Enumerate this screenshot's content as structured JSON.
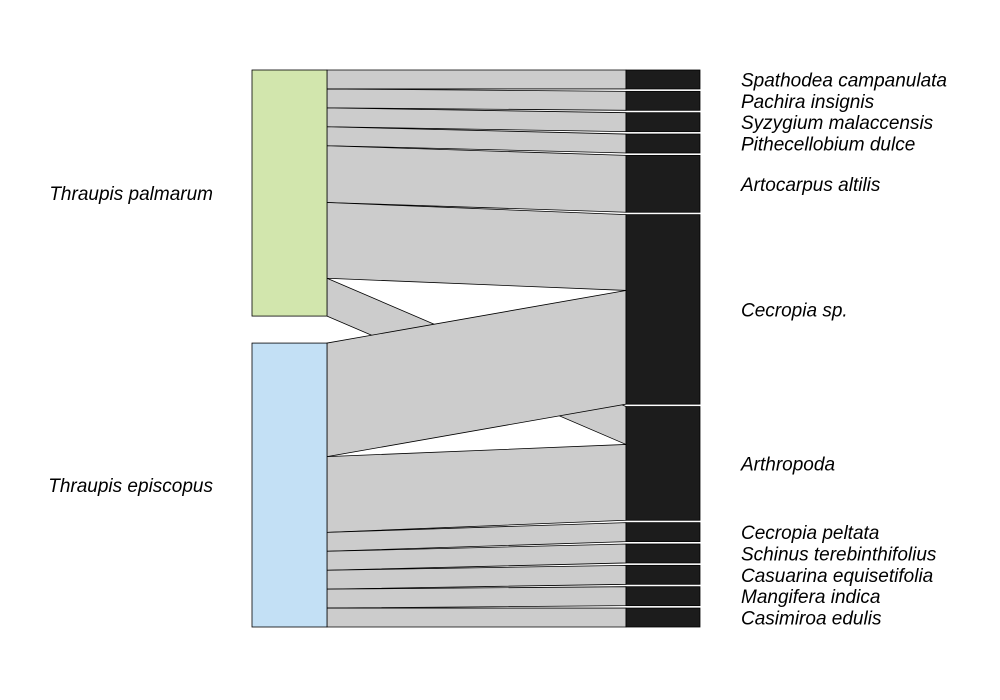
{
  "diagram": {
    "left_nodes": [
      {
        "name": "Thraupis palmarum",
        "color": "#d2e6ad"
      },
      {
        "name": "Thraupis episcopus",
        "color": "#c3e0f5"
      }
    ],
    "right_nodes": [
      {
        "name": "Spathodea campanulata"
      },
      {
        "name": "Pachira insignis"
      },
      {
        "name": "Syzygium malaccensis"
      },
      {
        "name": "Pithecellobium dulce"
      },
      {
        "name": "Artocarpus altilis"
      },
      {
        "name": "Cecropia sp."
      },
      {
        "name": "Arthropoda"
      },
      {
        "name": "Cecropia peltata"
      },
      {
        "name": "Schinus terebinthifolius"
      },
      {
        "name": "Casuarina equisetifolia"
      },
      {
        "name": "Mangifera indica"
      },
      {
        "name": "Casimiroa edulis"
      }
    ],
    "links": [
      {
        "source": "Thraupis palmarum",
        "target": "Spathodea campanulata",
        "value": 1
      },
      {
        "source": "Thraupis palmarum",
        "target": "Pachira insignis",
        "value": 1
      },
      {
        "source": "Thraupis palmarum",
        "target": "Syzygium malaccensis",
        "value": 1
      },
      {
        "source": "Thraupis palmarum",
        "target": "Pithecellobium dulce",
        "value": 1
      },
      {
        "source": "Thraupis palmarum",
        "target": "Artocarpus altilis",
        "value": 3
      },
      {
        "source": "Thraupis palmarum",
        "target": "Cecropia sp.",
        "value": 4
      },
      {
        "source": "Thraupis palmarum",
        "target": "Arthropoda",
        "value": 2
      },
      {
        "source": "Thraupis episcopus",
        "target": "Cecropia sp.",
        "value": 6
      },
      {
        "source": "Thraupis episcopus",
        "target": "Arthropoda",
        "value": 4
      },
      {
        "source": "Thraupis episcopus",
        "target": "Cecropia peltata",
        "value": 1
      },
      {
        "source": "Thraupis episcopus",
        "target": "Schinus terebinthifolius",
        "value": 1
      },
      {
        "source": "Thraupis episcopus",
        "target": "Casuarina equisetifolia",
        "value": 1
      },
      {
        "source": "Thraupis episcopus",
        "target": "Mangifera indica",
        "value": 1
      },
      {
        "source": "Thraupis episcopus",
        "target": "Casimiroa edulis",
        "value": 1
      }
    ],
    "colors": {
      "link": "#cccccc",
      "right_node": "#1c1c1c",
      "outline": "#000000"
    }
  }
}
